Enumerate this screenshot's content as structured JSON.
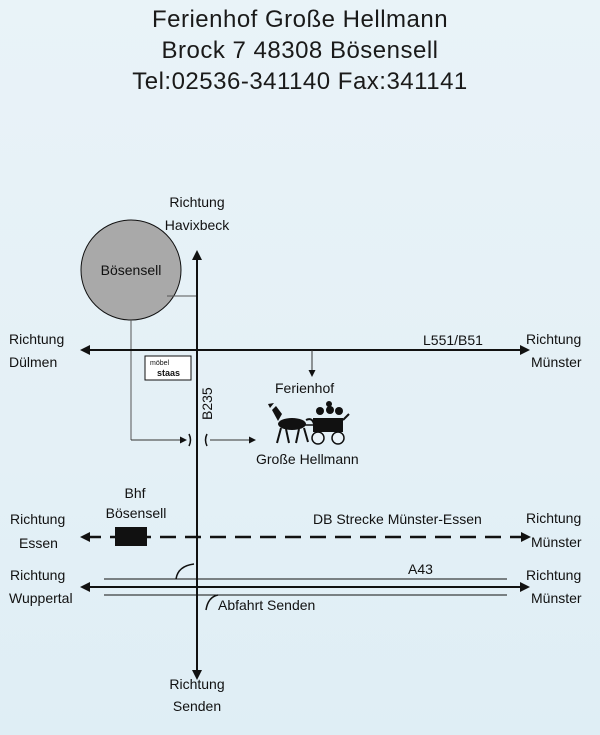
{
  "header": {
    "name": "Ferienhof Große Hellmann",
    "address": "Brock 7  48308 Bösensell",
    "contact": "Tel:02536-341140 Fax:341141"
  },
  "map": {
    "directions": {
      "north_1": "Richtung",
      "north_2": "Havixbeck",
      "west_road_1": "Richtung",
      "west_road_2": "Dülmen",
      "east_road_1": "Richtung",
      "east_road_2": "Münster",
      "west_rail_1": "Richtung",
      "west_rail_2": "Essen",
      "east_rail_1": "Richtung",
      "east_rail_2": "Münster",
      "west_highway_1": "Richtung",
      "west_highway_2": "Wuppertal",
      "east_highway_1": "Richtung",
      "east_highway_2": "Münster",
      "south_1": "Richtung",
      "south_2": "Senden"
    },
    "town": "Bösensell",
    "road_main": "L551/B51",
    "road_vertical": "B235",
    "shop_small": "möbel",
    "shop_name": "staas",
    "farm_1": "Ferienhof",
    "farm_2": "Große Hellmann",
    "station_1": "Bhf",
    "station_2": "Bösensell",
    "rail_line": "DB Strecke Münster-Essen",
    "highway": "A43",
    "exit": "Abfahrt Senden"
  },
  "colors": {
    "background": "#e6f1f7",
    "town_fill": "#a9a9a9",
    "line": "#111111"
  }
}
